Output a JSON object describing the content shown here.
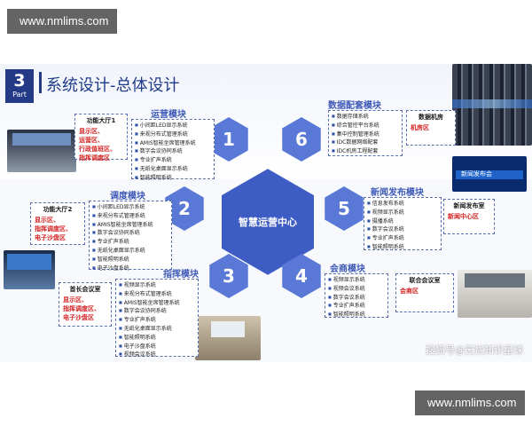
{
  "watermarks": {
    "top": "www.nmlims.com",
    "bottom": "www.nmlims.com"
  },
  "header": {
    "part_number": "3",
    "part_label": "Part",
    "title": "系统设计-总体设计"
  },
  "center": {
    "label": "智慧运营中心"
  },
  "colors": {
    "accent": "#2e4ea8",
    "hex_fill": "#5a78d6",
    "hex_center": "#3d5cc4",
    "area_red": "#d42222"
  },
  "modules": [
    {
      "number": "1",
      "title": "运营模块",
      "items": [
        "小间距LED显示系统",
        "来视分布式管理系统",
        "AMIS智能坐席管理系统",
        "数字会议协同系统",
        "专业扩声系统",
        "无纸化桌面显示系统",
        "智能照明系统"
      ]
    },
    {
      "number": "2",
      "title": "调度模块",
      "items": [
        "小间距LED显示系统",
        "来视分布式管理系统",
        "AMIS智能坐席管理系统",
        "数字会议协同系统",
        "专业扩声系统",
        "无纸化桌面显示系统",
        "智能照明系统",
        "电子沙盘系统"
      ]
    },
    {
      "number": "3",
      "title": "指挥模块",
      "items": [
        "视频显示系统",
        "来视分布式管理系统",
        "AMIS智能坐席管理系统",
        "数字会议协同系统",
        "专业扩声系统",
        "无纸化桌面显示系统",
        "智能照明系统",
        "电子沙盘系统",
        "视频会议系统"
      ]
    },
    {
      "number": "4",
      "title": "会商模块",
      "items": [
        "视频显示系统",
        "视频会议系统",
        "数字会议系统",
        "专业扩声系统",
        "智能照明系统"
      ]
    },
    {
      "number": "5",
      "title": "新闻发布模块",
      "items": [
        "信息发布系统",
        "视频显示系统",
        "摄播系统",
        "数字会议系统",
        "专业扩声系统",
        "智能照明系统"
      ]
    },
    {
      "number": "6",
      "title": "数据配套模块",
      "items": [
        "数据存储系统",
        "综合管控平台系统",
        "集中控制管理系统",
        "IDC数据网络配套",
        "IDC机房工程配套"
      ]
    }
  ],
  "halls": [
    {
      "title": "功能大厅1",
      "areas": [
        "显示区、",
        "运营区、",
        "行政值班区、",
        "指挥调度区"
      ]
    },
    {
      "title": "功能大厅2",
      "areas": [
        "显示区、",
        "指挥调度区、",
        "电子沙盘区"
      ]
    },
    {
      "title": "首长会议室",
      "areas": [
        "显示区、",
        "指挥调度区、",
        "电子沙盘区"
      ]
    },
    {
      "title": "联合会议室",
      "areas": [
        "会商区"
      ]
    },
    {
      "title": "新闻发布室",
      "areas": [
        "新闻中心区"
      ]
    },
    {
      "title": "数据机房",
      "areas": [
        "机房区"
      ]
    }
  ],
  "news_screen_text": "新闻发布会",
  "credit": "搜狐号@无忧知识星球"
}
